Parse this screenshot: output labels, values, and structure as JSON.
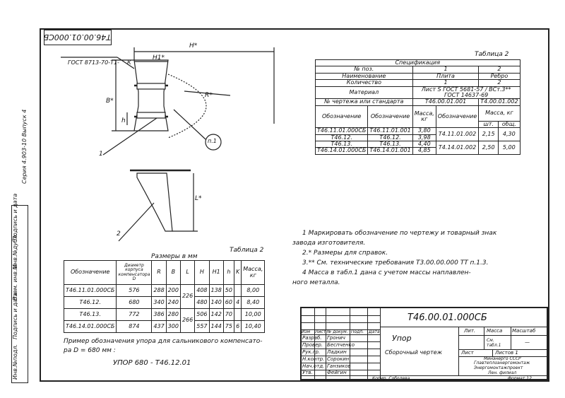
{
  "stamp_code": "Т46.00.01.000СБ",
  "side_text": {
    "series": "Серия 4.903-10 Выпуск 4",
    "labels": [
      "Инв.№подл.",
      "Подпись и дата",
      "Взам. инв.№",
      "Инв.№дубл.",
      "Подпись и дата"
    ]
  },
  "drawing": {
    "std_label": "ГОСТ 8713-70-Т1-",
    "weld_k": "К",
    "h1": "H1*",
    "h_top": "H*",
    "r": "R*",
    "b": "B*",
    "h_small": "h",
    "l": "L*",
    "callout_1": "1",
    "callout_2": "2",
    "bubble": "п.1"
  },
  "spec_table": {
    "caption": "Таблица 2",
    "title": "Спецификация",
    "rows": [
      [
        "№ поз.",
        "1",
        "2"
      ],
      [
        "Наименование",
        "Плита",
        "Ребро"
      ],
      [
        "Количество",
        "1",
        "2"
      ],
      [
        "Материал",
        "Лист S ГОСТ 5681-57 / ВСт.3** ГОСТ 14637-69",
        ""
      ],
      [
        "№ чертежа или стандарта",
        "Т46.00.01.001",
        "Т4.00.01.002"
      ]
    ],
    "sub_header": [
      "Обозначение",
      "Обозначение",
      "Масса, кг",
      "Обозначение",
      "Масса, кг",
      "шт.",
      "общ."
    ],
    "body": [
      [
        "Т46.11.01.000СБ",
        "Т46.11.01.001",
        "3,80",
        "Т4.11.01.002",
        "2,15",
        "4,30"
      ],
      [
        "Т46.12.",
        "Т46.12.",
        "3,98",
        "",
        "",
        ""
      ],
      [
        "Т46.13.",
        "Т46.13.",
        "4,40",
        "Т4.14.01.002",
        "2,50",
        "5,00"
      ],
      [
        "Т46.14.01.000СБ",
        "Т46.14.01.001",
        "4,85",
        "",
        "",
        ""
      ]
    ]
  },
  "dim_table": {
    "caption_left": "Размеры в мм",
    "caption_right": "Таблица 2",
    "headers": [
      "Обозначение",
      "Диаметр корпуса компенсатора D",
      "R",
      "B",
      "L",
      "H",
      "H1",
      "h",
      "K",
      "Масса, кг"
    ],
    "rows": [
      [
        "Т46.11.01.000СБ",
        "576",
        "288",
        "200",
        "226",
        "408",
        "138",
        "50",
        "",
        "8,00"
      ],
      [
        "Т46.12.",
        "680",
        "340",
        "240",
        "",
        "480",
        "140",
        "60",
        "4",
        "8,40"
      ],
      [
        "Т46.13.",
        "772",
        "386",
        "280",
        "266",
        "506",
        "142",
        "70",
        "",
        "10,00"
      ],
      [
        "Т46.14.01.000СБ",
        "874",
        "437",
        "300",
        "",
        "557",
        "144",
        "75",
        "6",
        "10,40"
      ]
    ]
  },
  "example": {
    "line1": "Пример обозначения упора для сальникового компенсато-",
    "line2": "ра D = 680 мм :",
    "code": "УПОР 680 - Т46.12.01"
  },
  "notes": [
    "1 Маркировать обозначение по чертежу и товарный знак",
    "завода изготовителя.",
    "2.* Размеры для справок.",
    "3.** См. технические требования Т3.00.00.000 ТТ п.1.3.",
    "4 Масса в табл.1 дана с учетом массы наплавлен-",
    "ного металла."
  ],
  "title_block": {
    "code": "Т46.00.01.000СБ",
    "name": "Упор",
    "subname": "Сборочный чертеж",
    "lit": "Лит.",
    "mass": "Масса",
    "scale": "Масштаб",
    "mass_val": "См. табл.1",
    "scale_val": "—",
    "sheet": "Лист",
    "sheets": "Листов 1",
    "org": [
      "Минэнерго СССР",
      "Главтеплоэнергомонтаж",
      "Энергомонтажпроект",
      "Лен. филиал"
    ],
    "copy": "Копир. Соболева",
    "format": "Формат 12",
    "roles": [
      "Изм",
      "Лист",
      "№ докум.",
      "Подп.",
      "Дата"
    ],
    "people": [
      [
        "Разраб.",
        "Гронич"
      ],
      [
        "Провер.",
        "Беспченко"
      ],
      [
        "Рук.гр.",
        "Ладкин"
      ],
      [
        "Н.контр.",
        "Сорокин"
      ],
      [
        "Нач.отд.",
        "Ганзиков"
      ],
      [
        "Утв.",
        "Фейгин"
      ]
    ]
  }
}
